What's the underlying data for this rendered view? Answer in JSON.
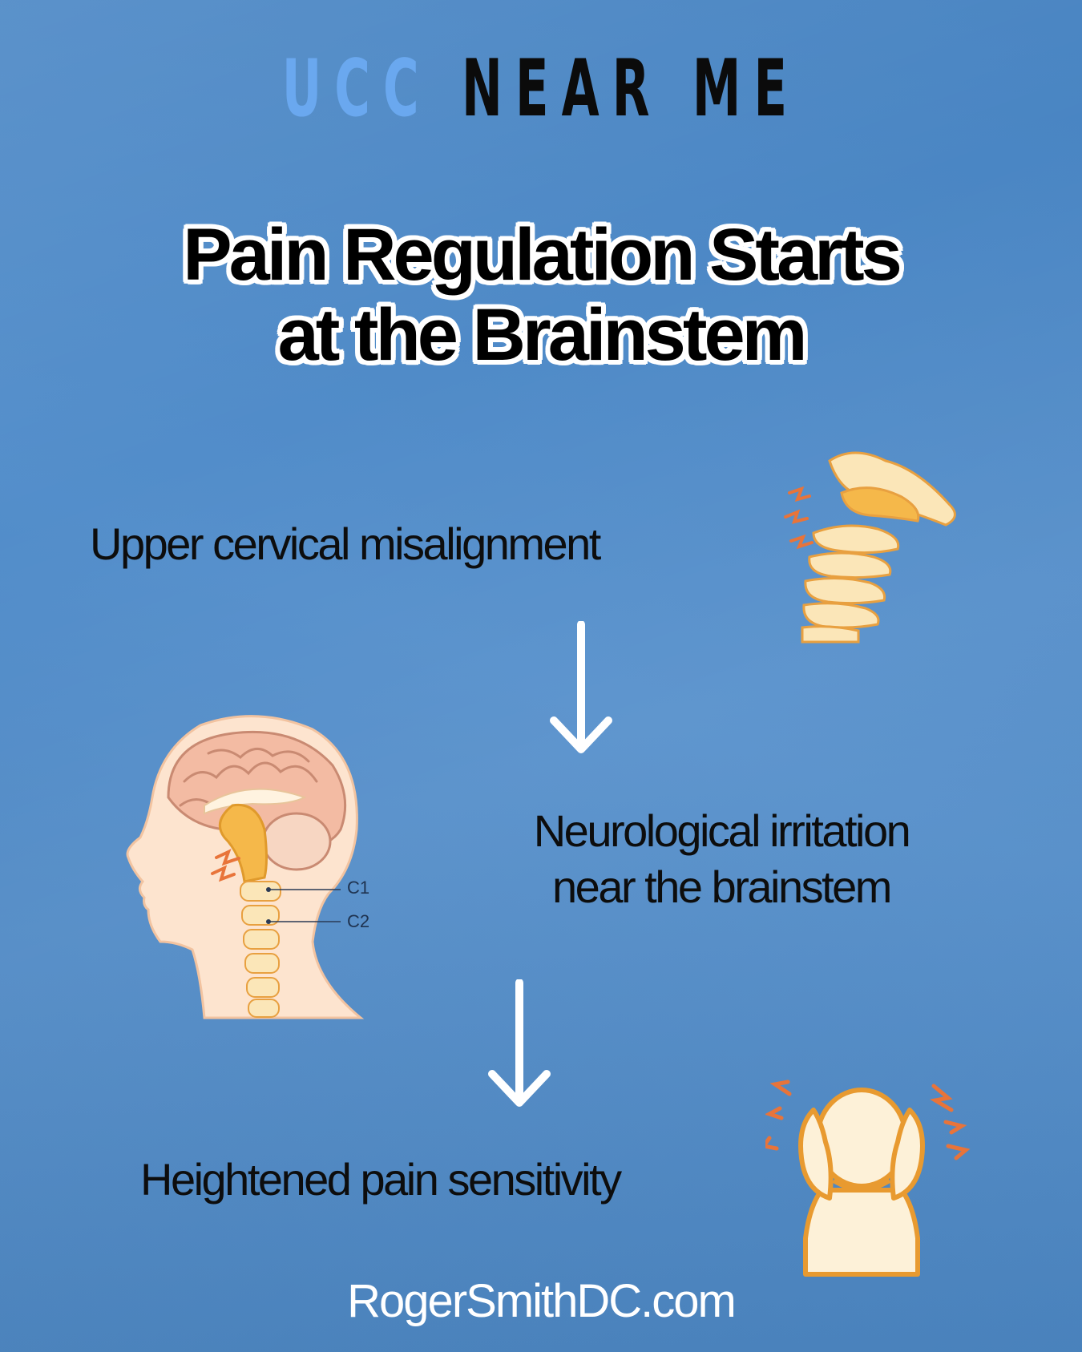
{
  "brand": {
    "part1": "UCC",
    "part2": "NEAR ME"
  },
  "title": {
    "line1": "Pain Regulation Starts",
    "line2": "at the Brainstem"
  },
  "steps": {
    "step1": "Upper cervical misalignment",
    "step2_line1": "Neurological irritation",
    "step2_line2": "near the brainstem",
    "step3": "Heightened pain sensitivity"
  },
  "illustration_labels": {
    "c1": "C1",
    "c2": "C2"
  },
  "footer": {
    "website": "RogerSmithDC.com"
  },
  "colors": {
    "background": "#4a88c8",
    "brand_accent": "#6aa8ef",
    "bone": "#fbe6b8",
    "bone_highlight": "#f5b84a",
    "pain_marks": "#e8743a",
    "arrow": "#ffffff"
  }
}
